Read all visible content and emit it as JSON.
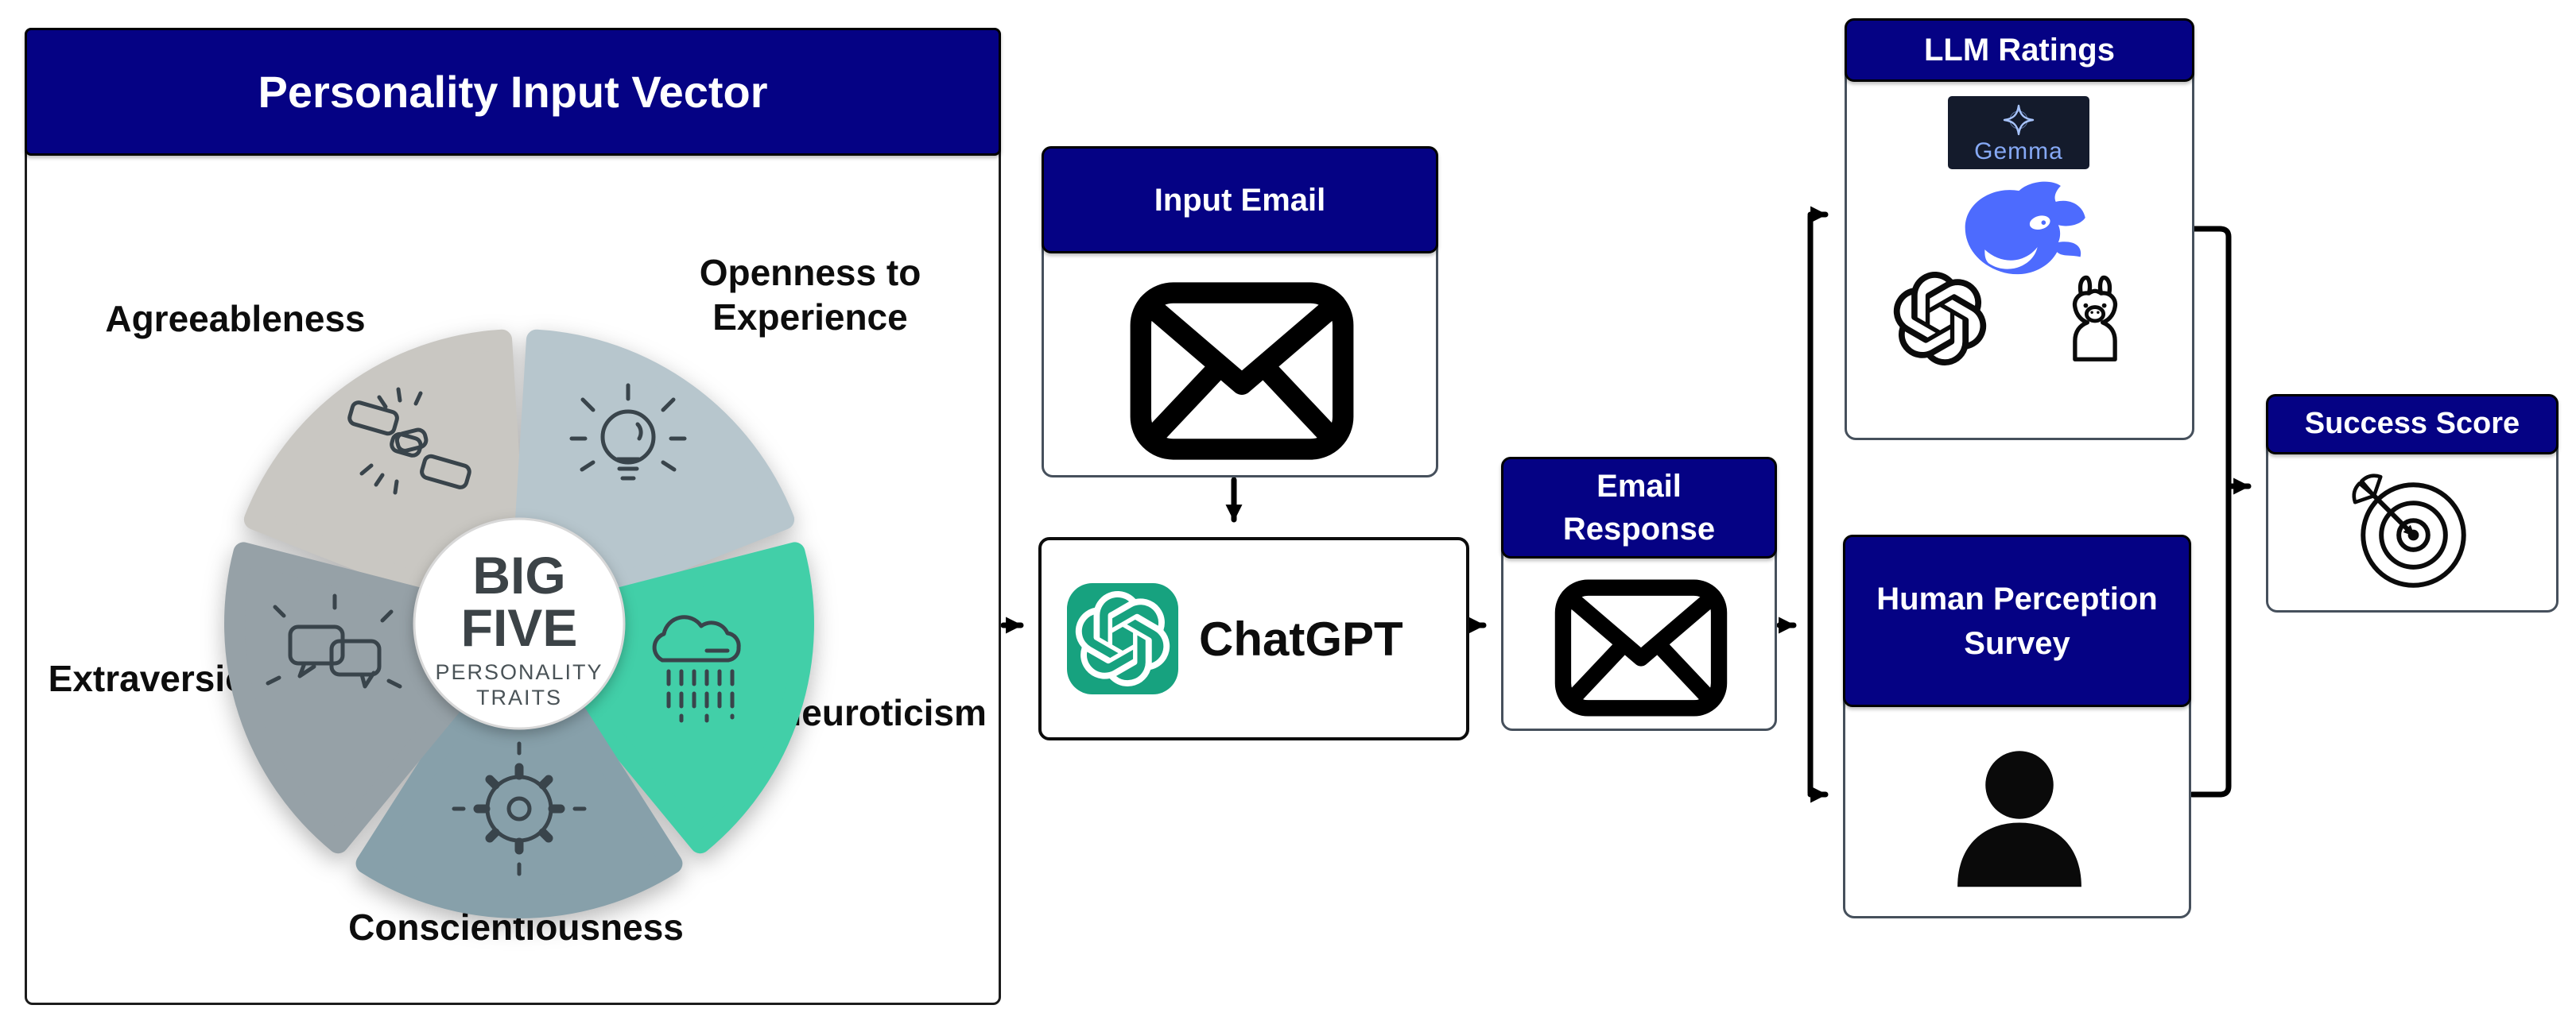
{
  "colors": {
    "navy": "#050284",
    "box_border": "#46505C",
    "chatgpt_green": "#17A27F",
    "deepseek_blue": "#4D6BFE",
    "gemma_bg": "#141B2C",
    "gemma_blue": "#86A9F5",
    "wheel_text": "#3C4347",
    "petal_icon": "#39444B"
  },
  "personality": {
    "title": "Personality Input Vector",
    "center": {
      "line1": "BIG",
      "line2": "FIVE",
      "sub1": "PERSONALITY",
      "sub2": "TRAITS"
    },
    "traits": [
      {
        "label": "Agreeableness",
        "icon": "handshake-icon",
        "color": "#C9C7C2"
      },
      {
        "label": "Openness to Experience",
        "icon": "lightbulb-icon",
        "color": "#B7C6CD"
      },
      {
        "label": "Neuroticism",
        "icon": "rain-cloud-icon",
        "color": "#42CFA8"
      },
      {
        "label": "Conscientiousness",
        "icon": "gear-icon",
        "color": "#87A0AA"
      },
      {
        "label": "Extraversion",
        "icon": "chat-bubbles-icon",
        "color": "#96A1A7"
      }
    ]
  },
  "nodes": {
    "input_email": {
      "title": "Input Email"
    },
    "chatgpt": {
      "label": "ChatGPT"
    },
    "email_response": {
      "title": "Email Response"
    },
    "llm_ratings": {
      "title": "LLM Ratings",
      "gemma_label": "Gemma"
    },
    "human_survey": {
      "title": "Human Perception Survey"
    },
    "success_score": {
      "title": "Success Score"
    }
  }
}
